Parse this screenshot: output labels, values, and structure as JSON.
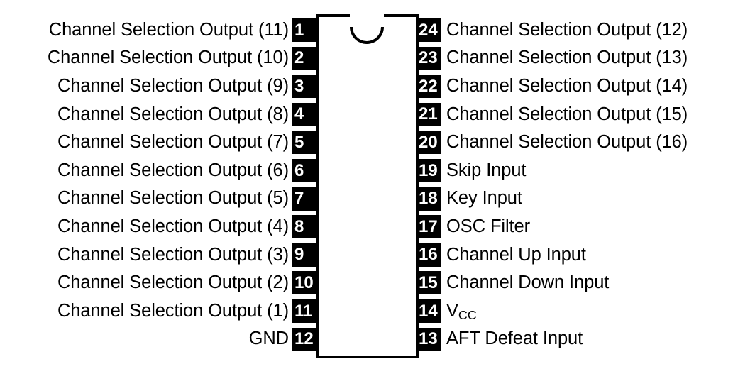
{
  "diagram": {
    "kind": "ic-pinout-dip24",
    "package_pin_count": 24,
    "colors": {
      "background": "#ffffff",
      "outline": "#000000",
      "pin_pad": "#000000",
      "pin_number_text": "#ffffff",
      "label_text": "#000000"
    }
  },
  "left_pins": [
    {
      "number": "1",
      "label": "Channel Selection Output (11)"
    },
    {
      "number": "2",
      "label": "Channel Selection Output (10)"
    },
    {
      "number": "3",
      "label": "Channel Selection Output (9)"
    },
    {
      "number": "4",
      "label": "Channel Selection Output (8)"
    },
    {
      "number": "5",
      "label": "Channel Selection Output (7)"
    },
    {
      "number": "6",
      "label": "Channel Selection Output (6)"
    },
    {
      "number": "7",
      "label": "Channel Selection Output (5)"
    },
    {
      "number": "8",
      "label": "Channel Selection Output (4)"
    },
    {
      "number": "9",
      "label": "Channel Selection Output (3)"
    },
    {
      "number": "10",
      "label": "Channel Selection Output (2)"
    },
    {
      "number": "11",
      "label": "Channel Selection Output (1)"
    },
    {
      "number": "12",
      "label": "GND"
    }
  ],
  "right_pins": [
    {
      "number": "24",
      "label": "Channel Selection Output (12)"
    },
    {
      "number": "23",
      "label": "Channel Selection Output (13)"
    },
    {
      "number": "22",
      "label": "Channel Selection Output (14)"
    },
    {
      "number": "21",
      "label": "Channel Selection Output (15)"
    },
    {
      "number": "20",
      "label": "Channel Selection Output (16)"
    },
    {
      "number": "19",
      "label": "Skip Input"
    },
    {
      "number": "18",
      "label": "Key Input"
    },
    {
      "number": "17",
      "label": "OSC Filter"
    },
    {
      "number": "16",
      "label": "Channel Up Input"
    },
    {
      "number": "15",
      "label": "Channel Down Input"
    },
    {
      "number": "14",
      "label": "Vcc",
      "label_html": "V<sub>CC</sub>"
    },
    {
      "number": "13",
      "label": "AFT Defeat Input"
    }
  ]
}
